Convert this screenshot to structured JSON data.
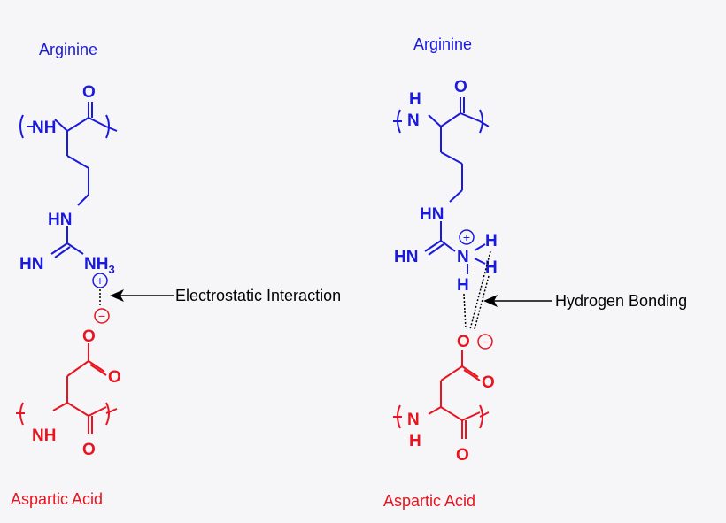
{
  "colors": {
    "arginine": "#1a1adb",
    "aspartic": "#e8141f",
    "annotation": "#000000"
  },
  "left_panel": {
    "arginine_title": "Arginine",
    "aspartic_title": "Aspartic Acid",
    "interaction_label": "Electrostatic Interaction",
    "atoms": {
      "nh": "NH",
      "o": "O",
      "hn": "HN",
      "hn_imine": "HN",
      "nh3": "NH",
      "sub3": "3",
      "plus": "+",
      "minus": "−",
      "o_minus": "O",
      "o_carbonyl": "O",
      "nh_bottom": "NH",
      "o_bottom": "O"
    }
  },
  "right_panel": {
    "arginine_title": "Arginine",
    "aspartic_title": "Aspartic Acid",
    "interaction_label": "Hydrogen Bonding",
    "atoms": {
      "h_top": "H",
      "nh": "N",
      "o": "O",
      "hn": "HN",
      "hn_imine": "HN",
      "n_cation": "N",
      "h1": "H",
      "h2": "H",
      "h3": "H",
      "plus": "+",
      "minus": "−",
      "o_minus": "O",
      "o_carbonyl": "O",
      "nh_bottom": "NH",
      "o_bottom": "O"
    }
  }
}
